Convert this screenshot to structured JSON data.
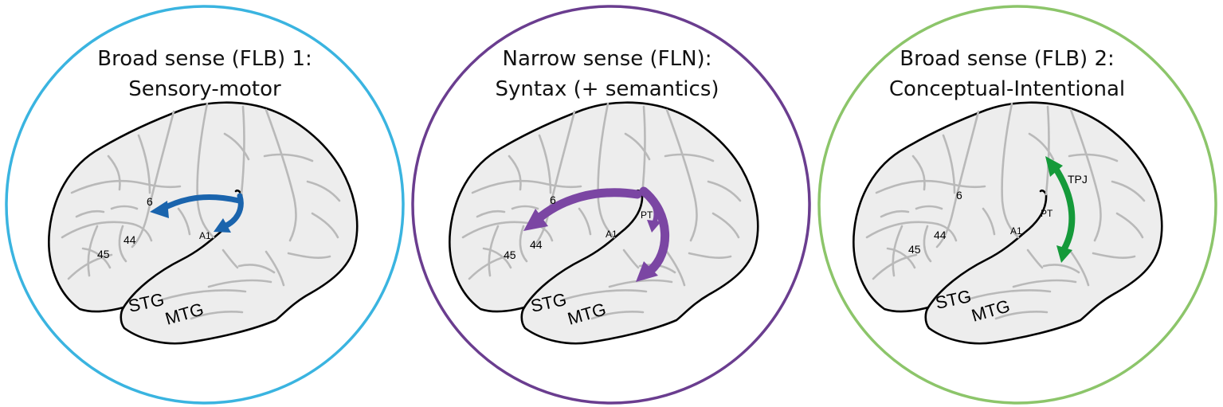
{
  "panels": [
    {
      "title_line1": "Broad sense (FLB) 1:",
      "title_line2": "Sensory-motor",
      "ring_color": "#3ab4e0",
      "arrow_color": "#1a64ad",
      "labels": {
        "area6": "6",
        "area44": "44",
        "area45": "45",
        "a1": "A1",
        "stg": "STG",
        "mtg": "MTG"
      }
    },
    {
      "title_line1": "Narrow sense (FLN):",
      "title_line2": "Syntax (+ semantics)",
      "ring_color": "#6a3d8f",
      "arrow_color": "#7b46a3",
      "labels": {
        "area6": "6",
        "area44": "44",
        "area45": "45",
        "a1": "A1",
        "pt": "PT",
        "stg": "STG",
        "mtg": "MTG"
      }
    },
    {
      "title_line1": "Broad sense (FLB) 2:",
      "title_line2": "Conceptual-Intentional",
      "ring_color": "#8cc56a",
      "arrow_color": "#159a3a",
      "labels": {
        "area6": "6",
        "area44": "44",
        "area45": "45",
        "a1": "A1",
        "pt": "PT",
        "tpj": "TPJ",
        "stg": "STG",
        "mtg": "MTG"
      }
    }
  ]
}
